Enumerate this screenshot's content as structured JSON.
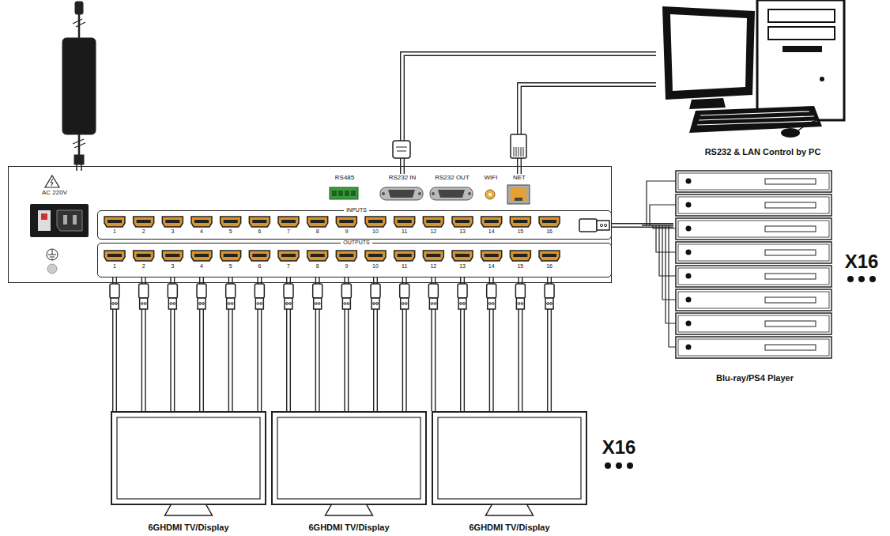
{
  "diagram": {
    "nodes": [
      {
        "text": [
          "RS232 & LAN Control by PC"
        ]
      },
      {
        "text": [
          "AC 220V"
        ]
      },
      {
        "text": [
          "RS485"
        ],
        "in": 1
      },
      {
        "text": [
          "RS232 IN"
        ],
        "in": 1
      },
      {
        "text": [
          "RS232 OUT"
        ],
        "in": 1
      },
      {
        "text": [
          "WIFI"
        ],
        "in": 1
      },
      {
        "text": [
          "NET"
        ],
        "in": 1
      },
      {
        "text": [
          "INPUTS"
        ],
        "in": 1
      },
      {
        "text": [
          "OUTPUTS"
        ],
        "in": 1
      },
      {
        "text": [
          "Blu-ray/PS4 Player"
        ]
      },
      {
        "text": [
          "6GHDMI TV/Display"
        ]
      },
      {
        "text": [
          "6GHDMI TV/Display"
        ]
      },
      {
        "text": [
          "6GHDMI TV/Display"
        ]
      }
    ],
    "edges": [
      {
        "from": 3,
        "to": 0,
        "arrow": "none"
      },
      {
        "from": 6,
        "to": 0,
        "arrow": "none"
      },
      {
        "from": 9,
        "to": 7,
        "arrow": "none"
      },
      {
        "from": 8,
        "to": 10,
        "arrow": "none"
      },
      {
        "from": 8,
        "to": 11,
        "arrow": "none"
      },
      {
        "from": 8,
        "to": 12,
        "arrow": "none"
      }
    ],
    "labels": [
      "1",
      "2",
      "3",
      "4",
      "5",
      "6",
      "7",
      "8",
      "9",
      "10",
      "11",
      "12",
      "13",
      "14",
      "15",
      "16",
      "1",
      "2",
      "3",
      "4",
      "5",
      "6",
      "7",
      "8",
      "9",
      "10",
      "11",
      "12",
      "13",
      "14",
      "15",
      "16",
      "X16",
      "X16"
    ]
  }
}
